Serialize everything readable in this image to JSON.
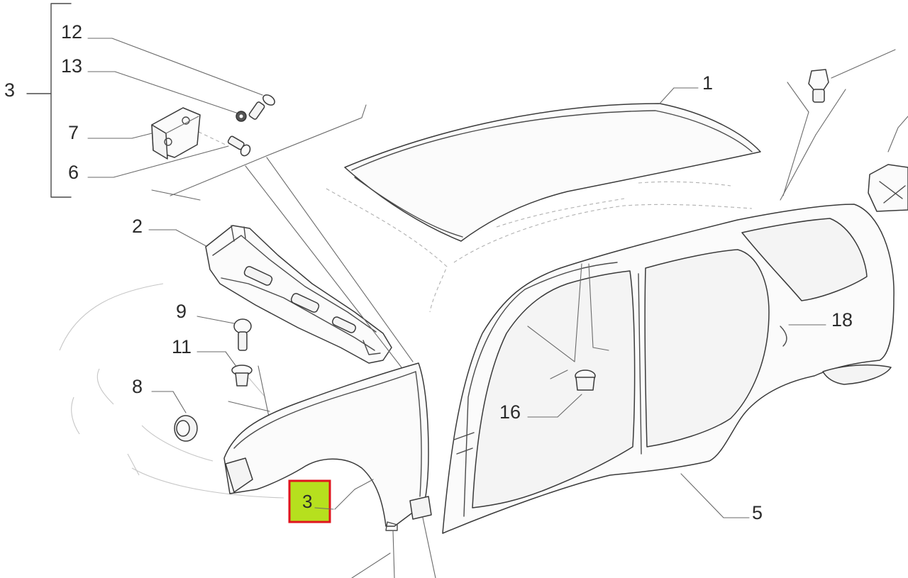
{
  "callouts": {
    "group_3": "3",
    "bolt_12": "12",
    "washer_13": "13",
    "bracket_7": "7",
    "screw_6": "6",
    "roof_1": "1",
    "cowl_2": "2",
    "screw_9": "9",
    "clip_11": "11",
    "nut_8": "8",
    "side_16": "16",
    "side_18": "18",
    "side_5": "5",
    "fender_3": "3"
  },
  "highlight": {
    "fill": "#b6e01e",
    "border": "#e0141e",
    "selected": "3"
  },
  "icons": [
    "bolt-icon",
    "washer-icon",
    "bracket-icon",
    "screw-icon",
    "clip-icon",
    "nut-icon",
    "plug-icon",
    "push-pin-icon"
  ]
}
